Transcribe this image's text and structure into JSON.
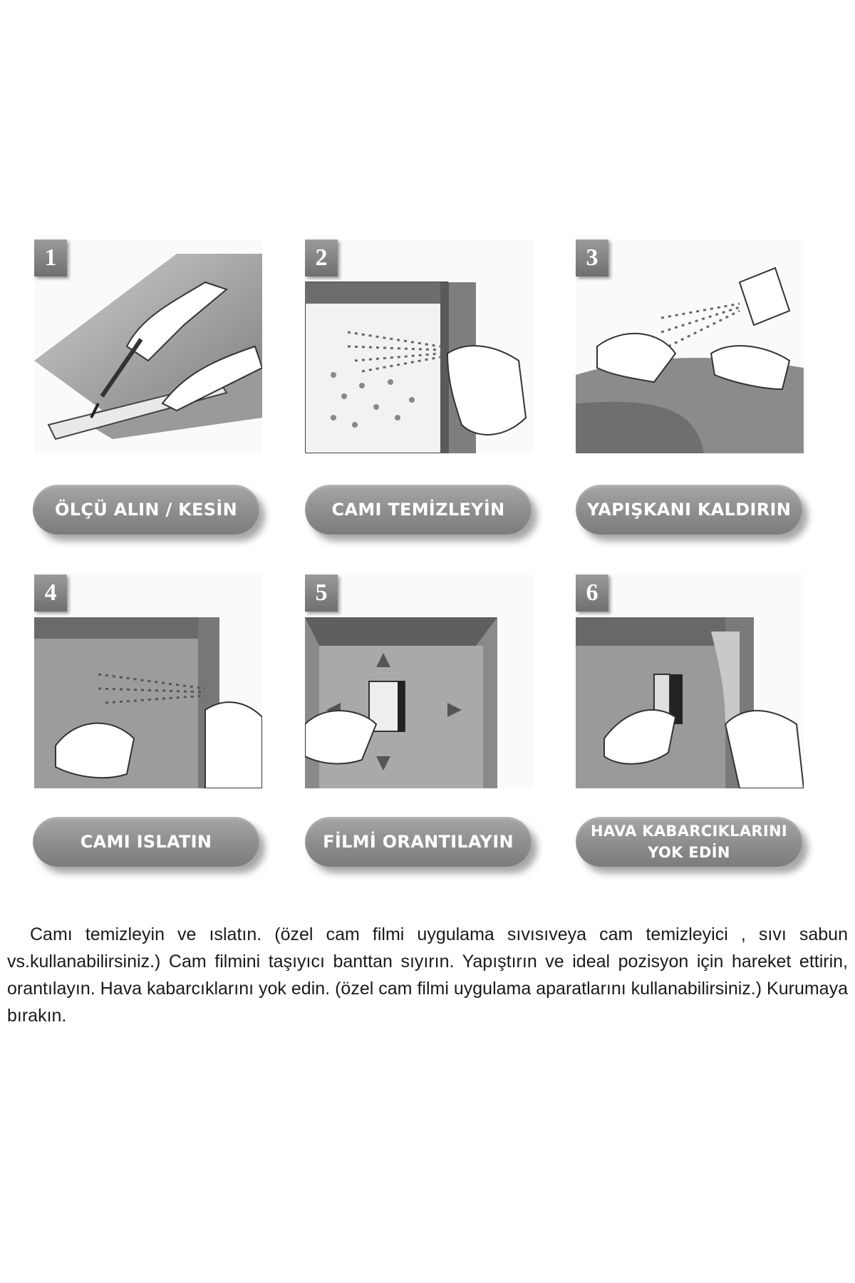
{
  "steps": [
    {
      "number": "1",
      "label": "ÖLÇÜ ALIN / KESİN",
      "icon": "measure-cut-illustration"
    },
    {
      "number": "2",
      "label": "CAMI TEMİZLEYİN",
      "icon": "clean-glass-illustration"
    },
    {
      "number": "3",
      "label": "YAPIŞKANI KALDIRIN",
      "icon": "remove-backing-illustration"
    },
    {
      "number": "4",
      "label": "CAMI ISLATIN",
      "icon": "wet-glass-illustration"
    },
    {
      "number": "5",
      "label": "FİLMİ ORANTILAYIN",
      "icon": "position-film-illustration"
    },
    {
      "number": "6",
      "label": "HAVA KABARCIKLARINI\nYOK EDİN",
      "icon": "remove-bubbles-illustration"
    }
  ],
  "instructions": "Camı temizleyin ve ıslatın. (özel cam filmi uygulama sıvısıveya cam temizleyici , sıvı sabun vs.kullanabilirsiniz.) Cam filmini taşıyıcı banttan sıyırın. Yapıştırın ve ideal pozisyon için hareket ettirin, orantılayın. Hava kabarcıklarını yok edin. (özel cam filmi uygulama aparatlarını kullanabilirsiniz.) Kurumaya bırakın."
}
